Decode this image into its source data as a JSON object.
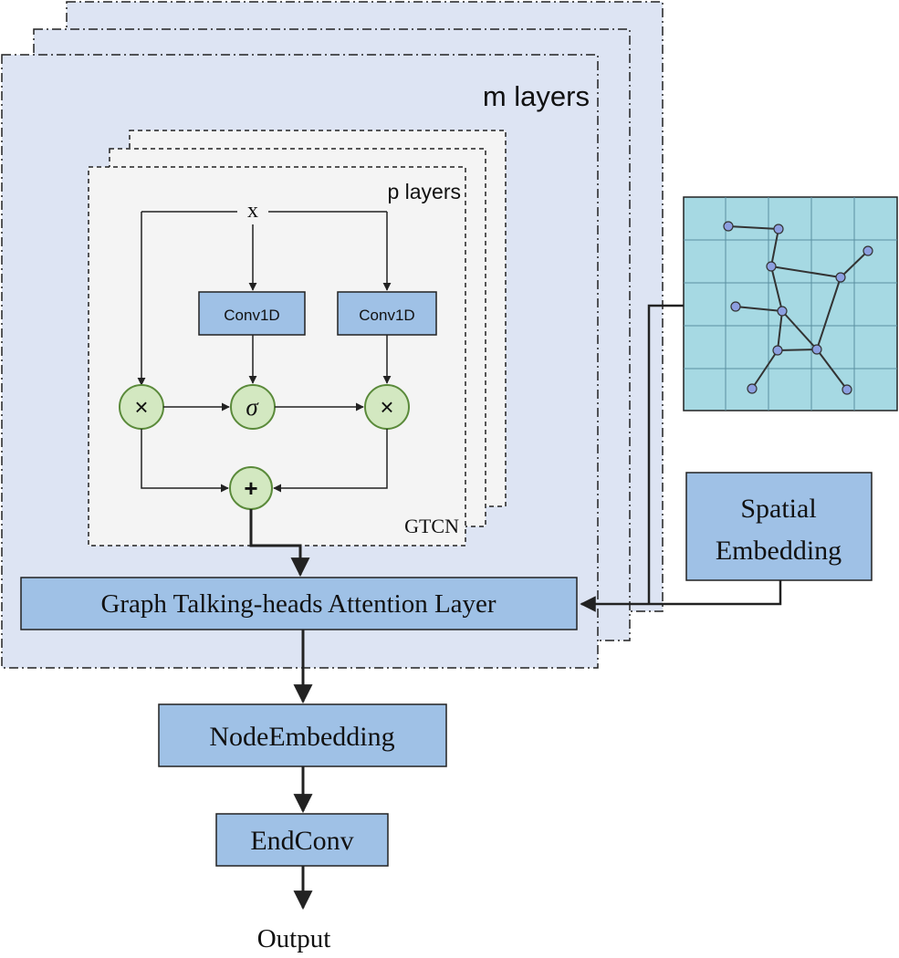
{
  "labels": {
    "outer_stack": "m layers",
    "inner_stack": "p layers",
    "gtcn": "GTCN",
    "input": "x",
    "output": "Output"
  },
  "blocks": {
    "conv_left": "Conv1D",
    "conv_right": "Conv1D",
    "attention": "Graph Talking-heads Attention Layer",
    "spatial_line1": "Spatial",
    "spatial_line2": "Embedding",
    "node_embedding": "NodeEmbedding",
    "end_conv": "EndConv"
  },
  "operators": {
    "multiply_left": "×",
    "sigma": "σ",
    "multiply_right": "×",
    "add": "+"
  },
  "colors": {
    "outer_panel": "#dde4f3",
    "inner_panel": "#f4f4f4",
    "block_fill": "#9fc1e6",
    "operator_fill": "#d3e8c1",
    "operator_stroke": "#5a8a3a",
    "graph_fill": "#a6d9e3",
    "graph_node": "#8c9fe0",
    "line": "#222222"
  }
}
